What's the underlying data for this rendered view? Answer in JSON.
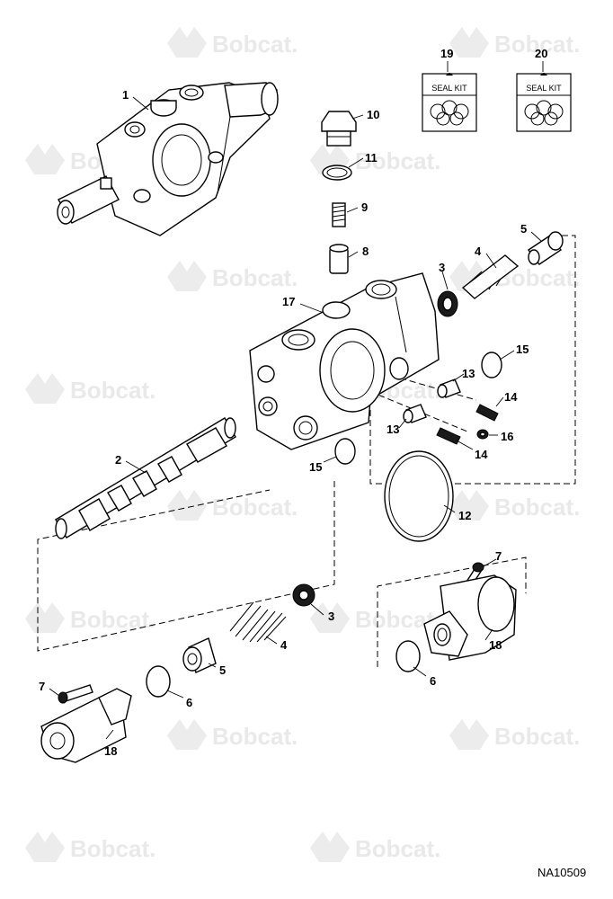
{
  "watermark": {
    "brand": "Bobcat."
  },
  "callouts": {
    "c1": "1",
    "c2": "2",
    "c3a": "3",
    "c3b": "3",
    "c4a": "4",
    "c4b": "4",
    "c5a": "5",
    "c5b": "5",
    "c6a": "6",
    "c6b": "6",
    "c7a": "7",
    "c7b": "7",
    "c8": "8",
    "c9": "9",
    "c10": "10",
    "c11": "11",
    "c12": "12",
    "c13a": "13",
    "c13b": "13",
    "c14a": "14",
    "c14b": "14",
    "c15a": "15",
    "c15b": "15",
    "c16": "16",
    "c17": "17",
    "c18a": "18",
    "c18b": "18",
    "c19": "19",
    "c20": "20"
  },
  "seal_kits": {
    "label_19": "SEAL KIT",
    "label_20": "SEAL KIT"
  },
  "figure_ref": "NA10509"
}
